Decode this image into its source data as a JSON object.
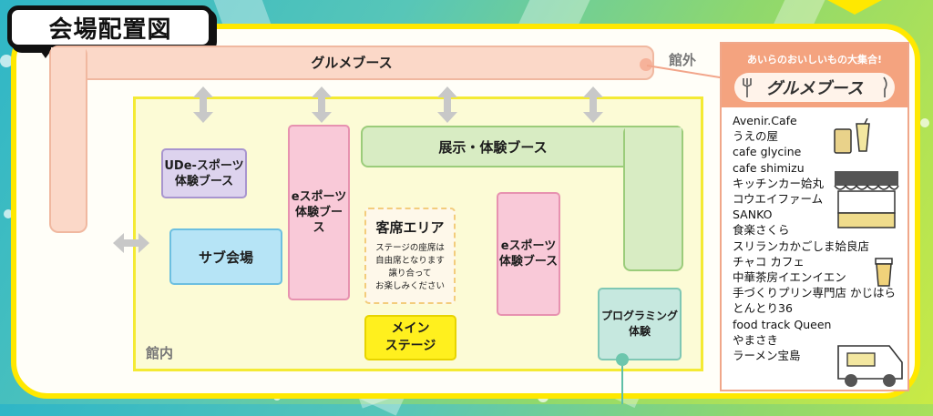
{
  "title": "会場配置図",
  "zones": {
    "gourmet": "グルメブース",
    "outside": "館外",
    "inside": "館内",
    "exhibit": "展示・体験ブース",
    "ude_sports": "UDe-スポーツ\n体験ブース",
    "esports_left": "eスポーツ\n体験ブース",
    "esports_right": "eスポーツ\n体験ブース",
    "sub_venue": "サブ会場",
    "audience_title": "客席エリア",
    "audience_note": "ステージの座席は\n自由席となります\n譲り合って\nお楽しみください",
    "main_stage": "メイン\nステージ",
    "programming": "プログラミング\n体験"
  },
  "sidebar": {
    "tagline": "あいらのおいしいもの大集合!",
    "heading": "グルメブース",
    "vendors": [
      "Avenir.Cafe",
      "うえの屋",
      "cafe glycine",
      "cafe shimizu",
      "キッチンカー姶丸",
      "コウエイファーム",
      "SANKO",
      "食楽さくら",
      "スリランカかごしま姶良店",
      "チャコ カフェ",
      "中華茶房イエンイエン",
      "手づくりプリン専門店 かじはら",
      "とんとり36",
      "food track Queen",
      "やまさき",
      "ラーメン宝島"
    ]
  },
  "colors": {
    "gourmet": "#fbd8c8",
    "exhibit": "#d8ecc3",
    "ude": "#ddd3ee",
    "esports": "#f9c9d8",
    "sub_venue": "#b6e4f6",
    "stage": "#fff01e",
    "programming": "#c6e8df",
    "sidebar_header": "#f4a37f"
  },
  "icons": [
    "swap-vertical-arrow-icon",
    "swap-horizontal-arrow-icon",
    "fork-icon",
    "knife-icon",
    "drink-cup-icon",
    "food-stall-icon",
    "kitchen-car-icon"
  ]
}
